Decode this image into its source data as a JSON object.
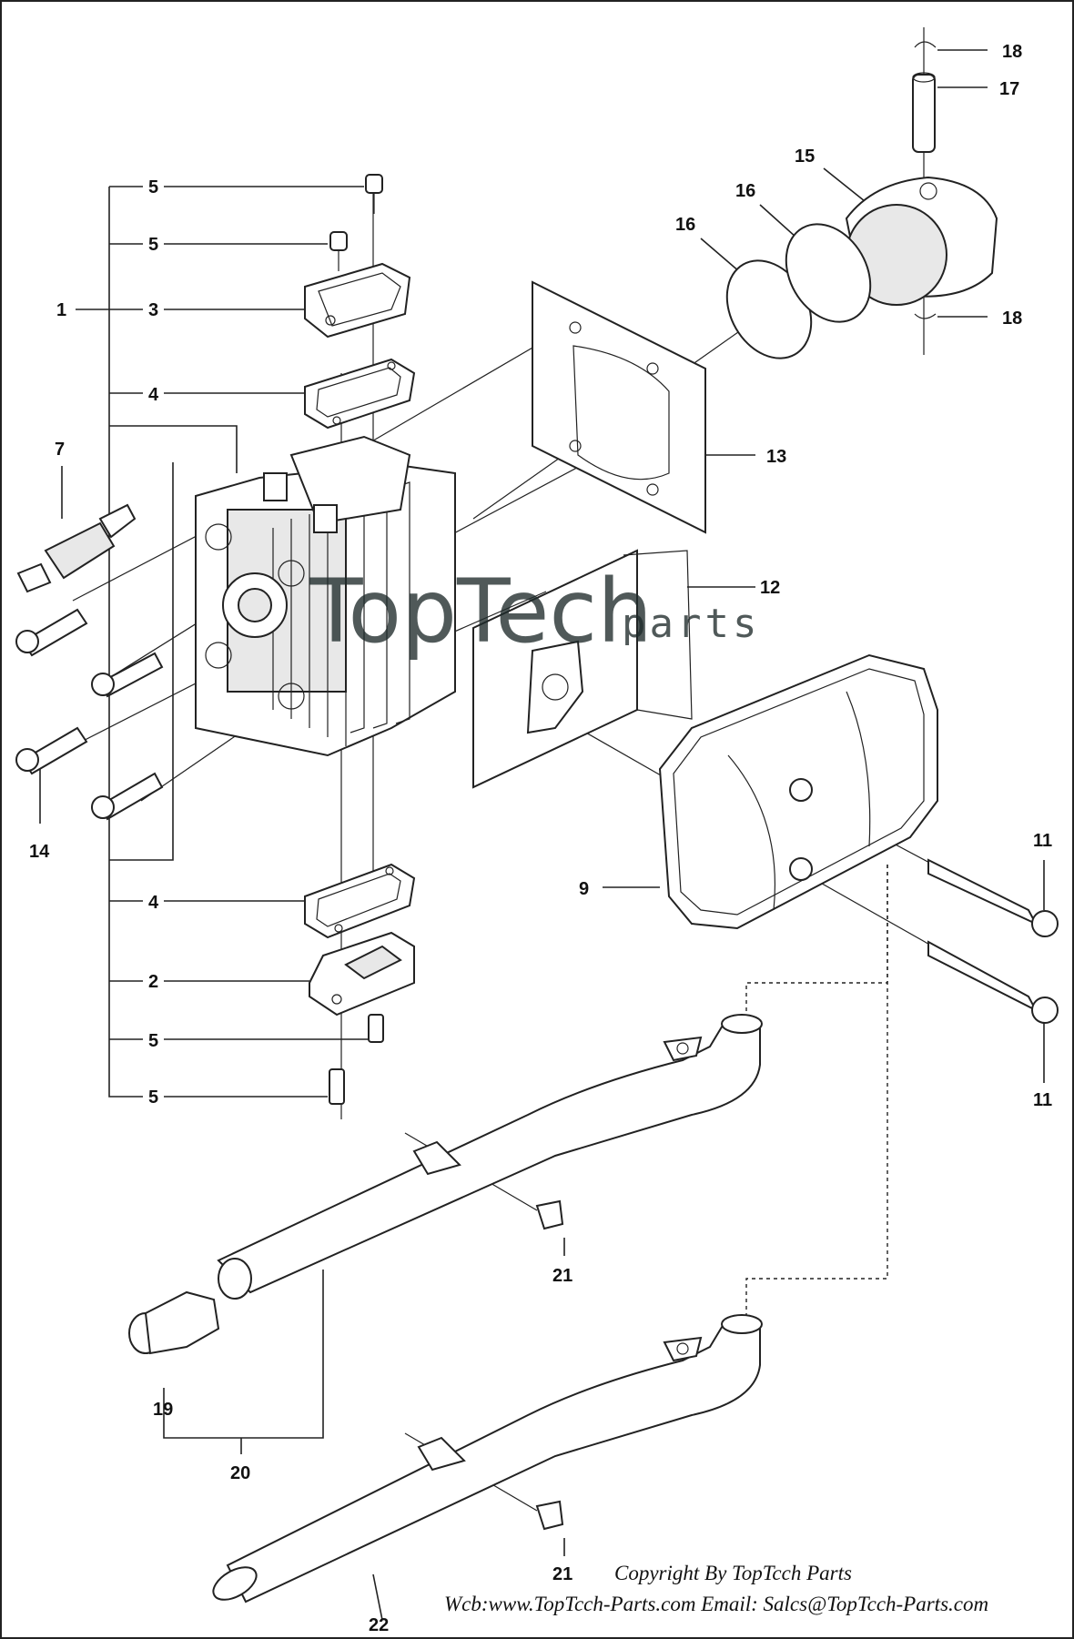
{
  "diagram": {
    "callouts": [
      {
        "id": "c1",
        "text": "1"
      },
      {
        "id": "c2",
        "text": "2"
      },
      {
        "id": "c3",
        "text": "3"
      },
      {
        "id": "c4a",
        "text": "4"
      },
      {
        "id": "c4b",
        "text": "4"
      },
      {
        "id": "c5a",
        "text": "5"
      },
      {
        "id": "c5b",
        "text": "5"
      },
      {
        "id": "c5c",
        "text": "5"
      },
      {
        "id": "c5d",
        "text": "5"
      },
      {
        "id": "c7",
        "text": "7"
      },
      {
        "id": "c9",
        "text": "9"
      },
      {
        "id": "c11a",
        "text": "11"
      },
      {
        "id": "c11b",
        "text": "11"
      },
      {
        "id": "c12",
        "text": "12"
      },
      {
        "id": "c13",
        "text": "13"
      },
      {
        "id": "c14",
        "text": "14"
      },
      {
        "id": "c15",
        "text": "15"
      },
      {
        "id": "c16a",
        "text": "16"
      },
      {
        "id": "c16b",
        "text": "16"
      },
      {
        "id": "c17",
        "text": "17"
      },
      {
        "id": "c18a",
        "text": "18"
      },
      {
        "id": "c18b",
        "text": "18"
      },
      {
        "id": "c19",
        "text": "19"
      },
      {
        "id": "c20",
        "text": "20"
      },
      {
        "id": "c21a",
        "text": "21"
      },
      {
        "id": "c21b",
        "text": "21"
      },
      {
        "id": "c22",
        "text": "22"
      }
    ]
  },
  "watermark": {
    "brand": "TopTech",
    "suffix": "parts"
  },
  "footer": {
    "copyright": "Copyright By TopTcch Parts",
    "contact": "Wcb:www.TopTcch-Parts.com  Email: Salcs@TopTcch-Parts.com"
  },
  "colors": {
    "line": "#222222",
    "background": "#ffffff",
    "watermark": "#1f2b2b"
  }
}
